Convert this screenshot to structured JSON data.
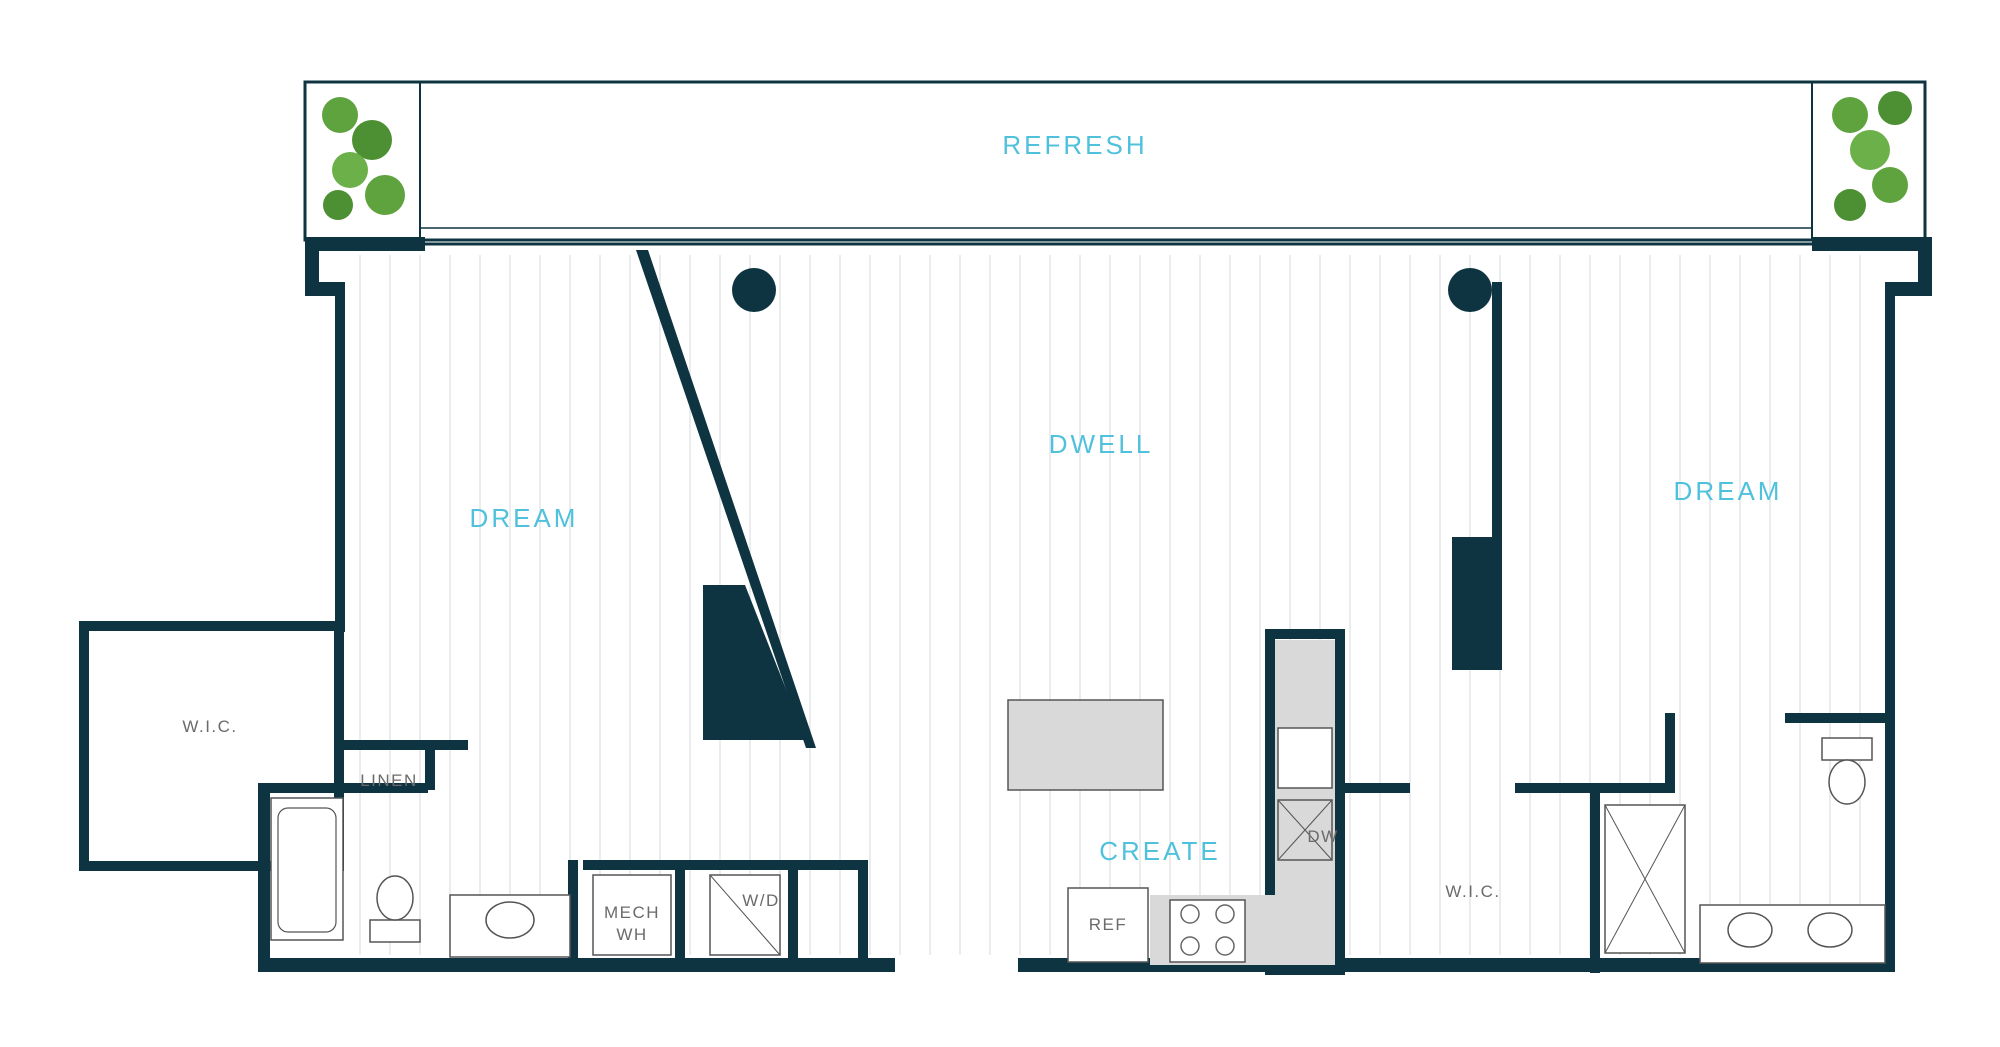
{
  "rooms": {
    "refresh": "REFRESH",
    "dwell": "DWELL",
    "dream_left": "DREAM",
    "dream_right": "DREAM",
    "create": "CREATE"
  },
  "fixtures": {
    "wic_left": "W.I.C.",
    "wic_right": "W.I.C.",
    "linen": "LINEN",
    "mech": "MECH",
    "wh": "WH",
    "wd": "W/D",
    "ref": "REF",
    "dw": "DW"
  },
  "colors": {
    "wall": "#0e3441",
    "label": "#4fc1dc",
    "fixture_text": "#6b6b6b",
    "floor_lines": "#dcdfe1",
    "counter": "#d9d9d9",
    "plant": "#5fa33f"
  }
}
